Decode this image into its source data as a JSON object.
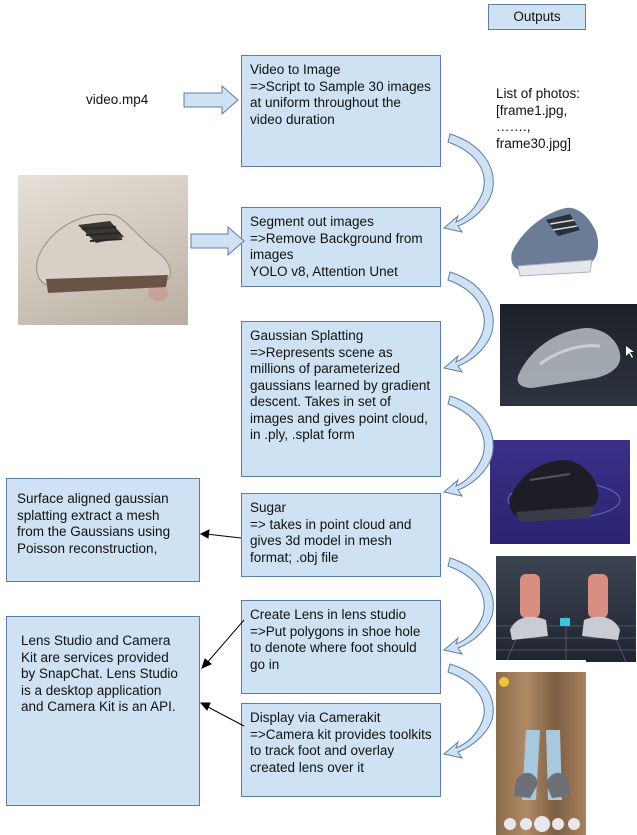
{
  "header": {
    "outputs_label": "Outputs"
  },
  "input": {
    "video_label": "video.mp4"
  },
  "steps": [
    {
      "text": "    Video to Image\n=>Script to Sample 30 images at uniform throughout the video duration"
    },
    {
      "text": "    Segment out images\n=>Remove Background from images\nYOLO v8, Attention Unet"
    },
    {
      "text": "    Gaussian Splatting\n=>Represents scene as millions of parameterized gaussians learned by gradient descent. Takes in set of images and gives point cloud, in .ply, .splat form"
    },
    {
      "text": "    Sugar\n=> takes in point cloud and gives 3d model in mesh format; .obj file"
    },
    {
      "text": "    Create Lens in lens studio\n=>Put polygons in shoe hole to denote where foot should go in"
    },
    {
      "text": "    Display via Camerakit\n=>Camera kit provides toolkits to track foot and overlay created lens over it"
    }
  ],
  "notes": {
    "sugar_note": "Surface aligned gaussian splatting extract a mesh from the Gaussians using Poisson reconstruction,",
    "lens_note": "Lens Studio and Camera Kit are services provided by SnapChat. Lens Studio is a desktop application and Camera Kit is an API."
  },
  "outputs": {
    "photo_list": "List of photos:\n[frame1.jpg,\n…….,\nframe30.jpg]"
  }
}
